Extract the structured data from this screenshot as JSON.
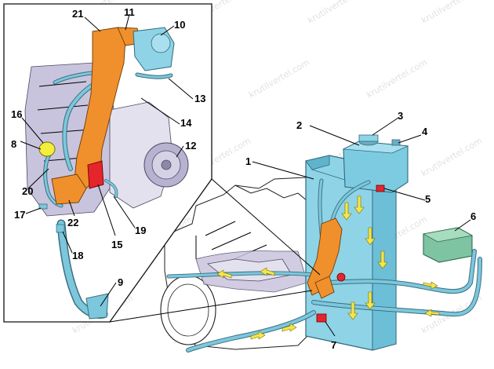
{
  "diagram": {
    "callouts": [
      "1",
      "2",
      "3",
      "4",
      "5",
      "6",
      "7",
      "8",
      "9",
      "10",
      "11",
      "12",
      "13",
      "14",
      "15",
      "16",
      "17",
      "18",
      "19",
      "20",
      "21",
      "22"
    ],
    "watermark": "krutilvertel.com"
  },
  "colors": {
    "coolant_hose": "#7cc7dc",
    "radiator": "#8fd3e6",
    "engine_block": "#c9c4dd",
    "thermostat_housing": "#f0902c",
    "sensor_highlight": "#e4252b",
    "flow_arrow": "#f5e64a",
    "sensor_yellow": "#f3ee3c",
    "heater_core": "#7fc4a2"
  },
  "icons": [
    "flow-arrow-icon"
  ]
}
